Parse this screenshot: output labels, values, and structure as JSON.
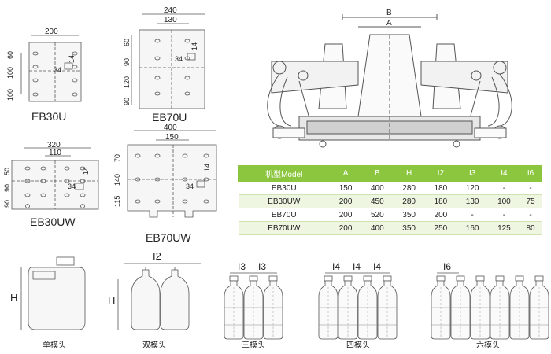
{
  "plates": {
    "eb30u": {
      "name": "EB30U",
      "dim_w": "200",
      "dim_h1": "100",
      "dim_h2": "100",
      "dim_h3": "60",
      "dim_a": "34",
      "dim_b": "14"
    },
    "eb70u": {
      "name": "EB70U",
      "dim_w1": "240",
      "dim_w2": "130",
      "dim_h1": "90",
      "dim_h2": "120",
      "dim_h3": "90",
      "dim_h4": "60",
      "dim_a": "34",
      "dim_b": "14"
    },
    "eb30uw": {
      "name": "EB30UW",
      "dim_w1": "320",
      "dim_w2": "110",
      "dim_h1": "90",
      "dim_h2": "90",
      "dim_h3": "50",
      "dim_a": "34",
      "dim_b": "14"
    },
    "eb70uw": {
      "name": "EB70UW",
      "dim_w1": "400",
      "dim_w2": "150",
      "dim_h1": "115",
      "dim_h2": "140",
      "dim_h3": "70",
      "dim_a": "34",
      "dim_b": "14"
    }
  },
  "machine": {
    "dim_b": "B",
    "dim_a": "A"
  },
  "table": {
    "headers": [
      "机型Model",
      "A",
      "B",
      "H",
      "I2",
      "I3",
      "I4",
      "I6"
    ],
    "rows": [
      [
        "EB30U",
        "150",
        "400",
        "280",
        "180",
        "120",
        "-",
        "-"
      ],
      [
        "EB30UW",
        "200",
        "450",
        "280",
        "180",
        "130",
        "100",
        "75"
      ],
      [
        "EB70U",
        "200",
        "520",
        "350",
        "200",
        "-",
        "-",
        "-"
      ],
      [
        "EB70UW",
        "200",
        "400",
        "350",
        "250",
        "160",
        "125",
        "80"
      ]
    ]
  },
  "bottles": {
    "h_label": "H",
    "i2_label": "I2",
    "i3_label": "I3",
    "i4_label": "I4",
    "i6_label": "I6",
    "single": "单模头",
    "double": "双模头",
    "triple": "三模头",
    "quad": "四模头",
    "six": "六模头"
  },
  "colors": {
    "table_header": "#8cc63f",
    "table_alt_row": "#eef6e2",
    "line": "#555555"
  }
}
